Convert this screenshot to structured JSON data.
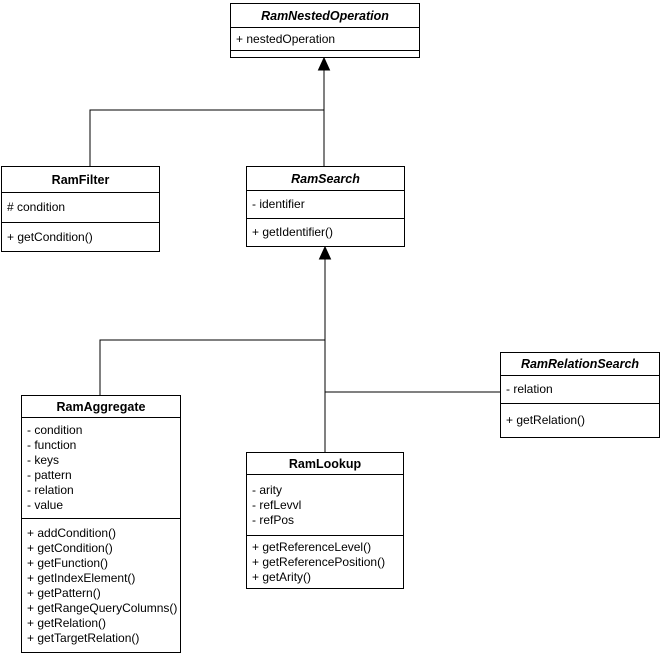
{
  "diagram": {
    "classes": [
      {
        "name": "RamNestedOperation",
        "abstract": true,
        "attributes": [
          "+ nestedOperation"
        ],
        "methods": []
      },
      {
        "name": "RamFilter",
        "abstract": false,
        "attributes": [
          "# condition"
        ],
        "methods": [
          "+ getCondition()"
        ]
      },
      {
        "name": "RamSearch",
        "abstract": true,
        "attributes": [
          "- identifier"
        ],
        "methods": [
          "+ getIdentifier()"
        ]
      },
      {
        "name": "RamRelationSearch",
        "abstract": true,
        "attributes": [
          "- relation"
        ],
        "methods": [
          "+ getRelation()"
        ]
      },
      {
        "name": "RamAggregate",
        "abstract": false,
        "attributes": [
          "- condition",
          "- function",
          "- keys",
          "- pattern",
          "- relation",
          "- value"
        ],
        "methods": [
          "+ addCondition()",
          "+ getCondition()",
          "+ getFunction()",
          "+ getIndexElement()",
          "+ getPattern()",
          "+ getRangeQueryColumns()",
          "+ getRelation()",
          "+ getTargetRelation()"
        ]
      },
      {
        "name": "RamLookup",
        "abstract": false,
        "attributes": [
          "- arity",
          "- refLevvl",
          "- refPos"
        ],
        "methods": [
          "+ getReferenceLevel()",
          "+ getReferencePosition()",
          "+ getArity()"
        ]
      }
    ],
    "relationships": [
      {
        "from": "RamFilter",
        "to": "RamNestedOperation",
        "type": "generalization"
      },
      {
        "from": "RamSearch",
        "to": "RamNestedOperation",
        "type": "generalization"
      },
      {
        "from": "RamAggregate",
        "to": "RamSearch",
        "type": "generalization"
      },
      {
        "from": "RamLookup",
        "to": "RamSearch",
        "type": "generalization"
      },
      {
        "from": "RamRelationSearch",
        "to": "RamSearch",
        "type": "generalization"
      }
    ],
    "colors": {
      "line": "#000000",
      "box_fill": "#ffffff",
      "text": "#000000",
      "background": "#ffffff"
    }
  }
}
